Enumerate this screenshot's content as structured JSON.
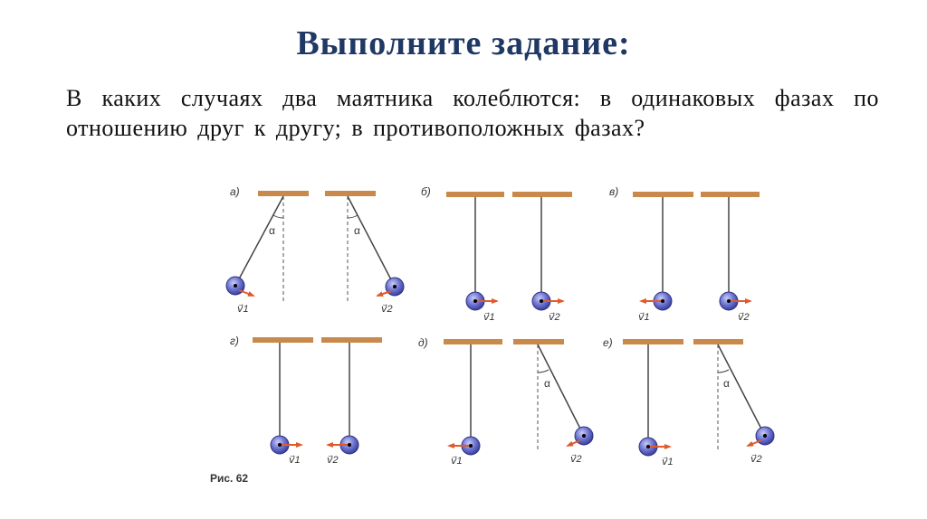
{
  "slide": {
    "title": "Выполните задание:",
    "question": "В каких случаях два маятника колеблются: в одинаковых фазах по отношению друг к другу; в противоположных фазах?"
  },
  "figure": {
    "caption": "Рис. 62",
    "panels": [
      {
        "label": "а)",
        "angle_label": "α"
      },
      {
        "label": "б)"
      },
      {
        "label": "в)"
      },
      {
        "label": "г)"
      },
      {
        "label": "д)",
        "angle_label": "α"
      },
      {
        "label": "е)",
        "angle_label": "α"
      }
    ],
    "velocity_labels": [
      "v⃗1",
      "v⃗2"
    ]
  },
  "colors": {
    "title": "#1f3864",
    "support": "#c8894a",
    "bob": "#5b62c4",
    "arrow": "#e05a2b"
  }
}
